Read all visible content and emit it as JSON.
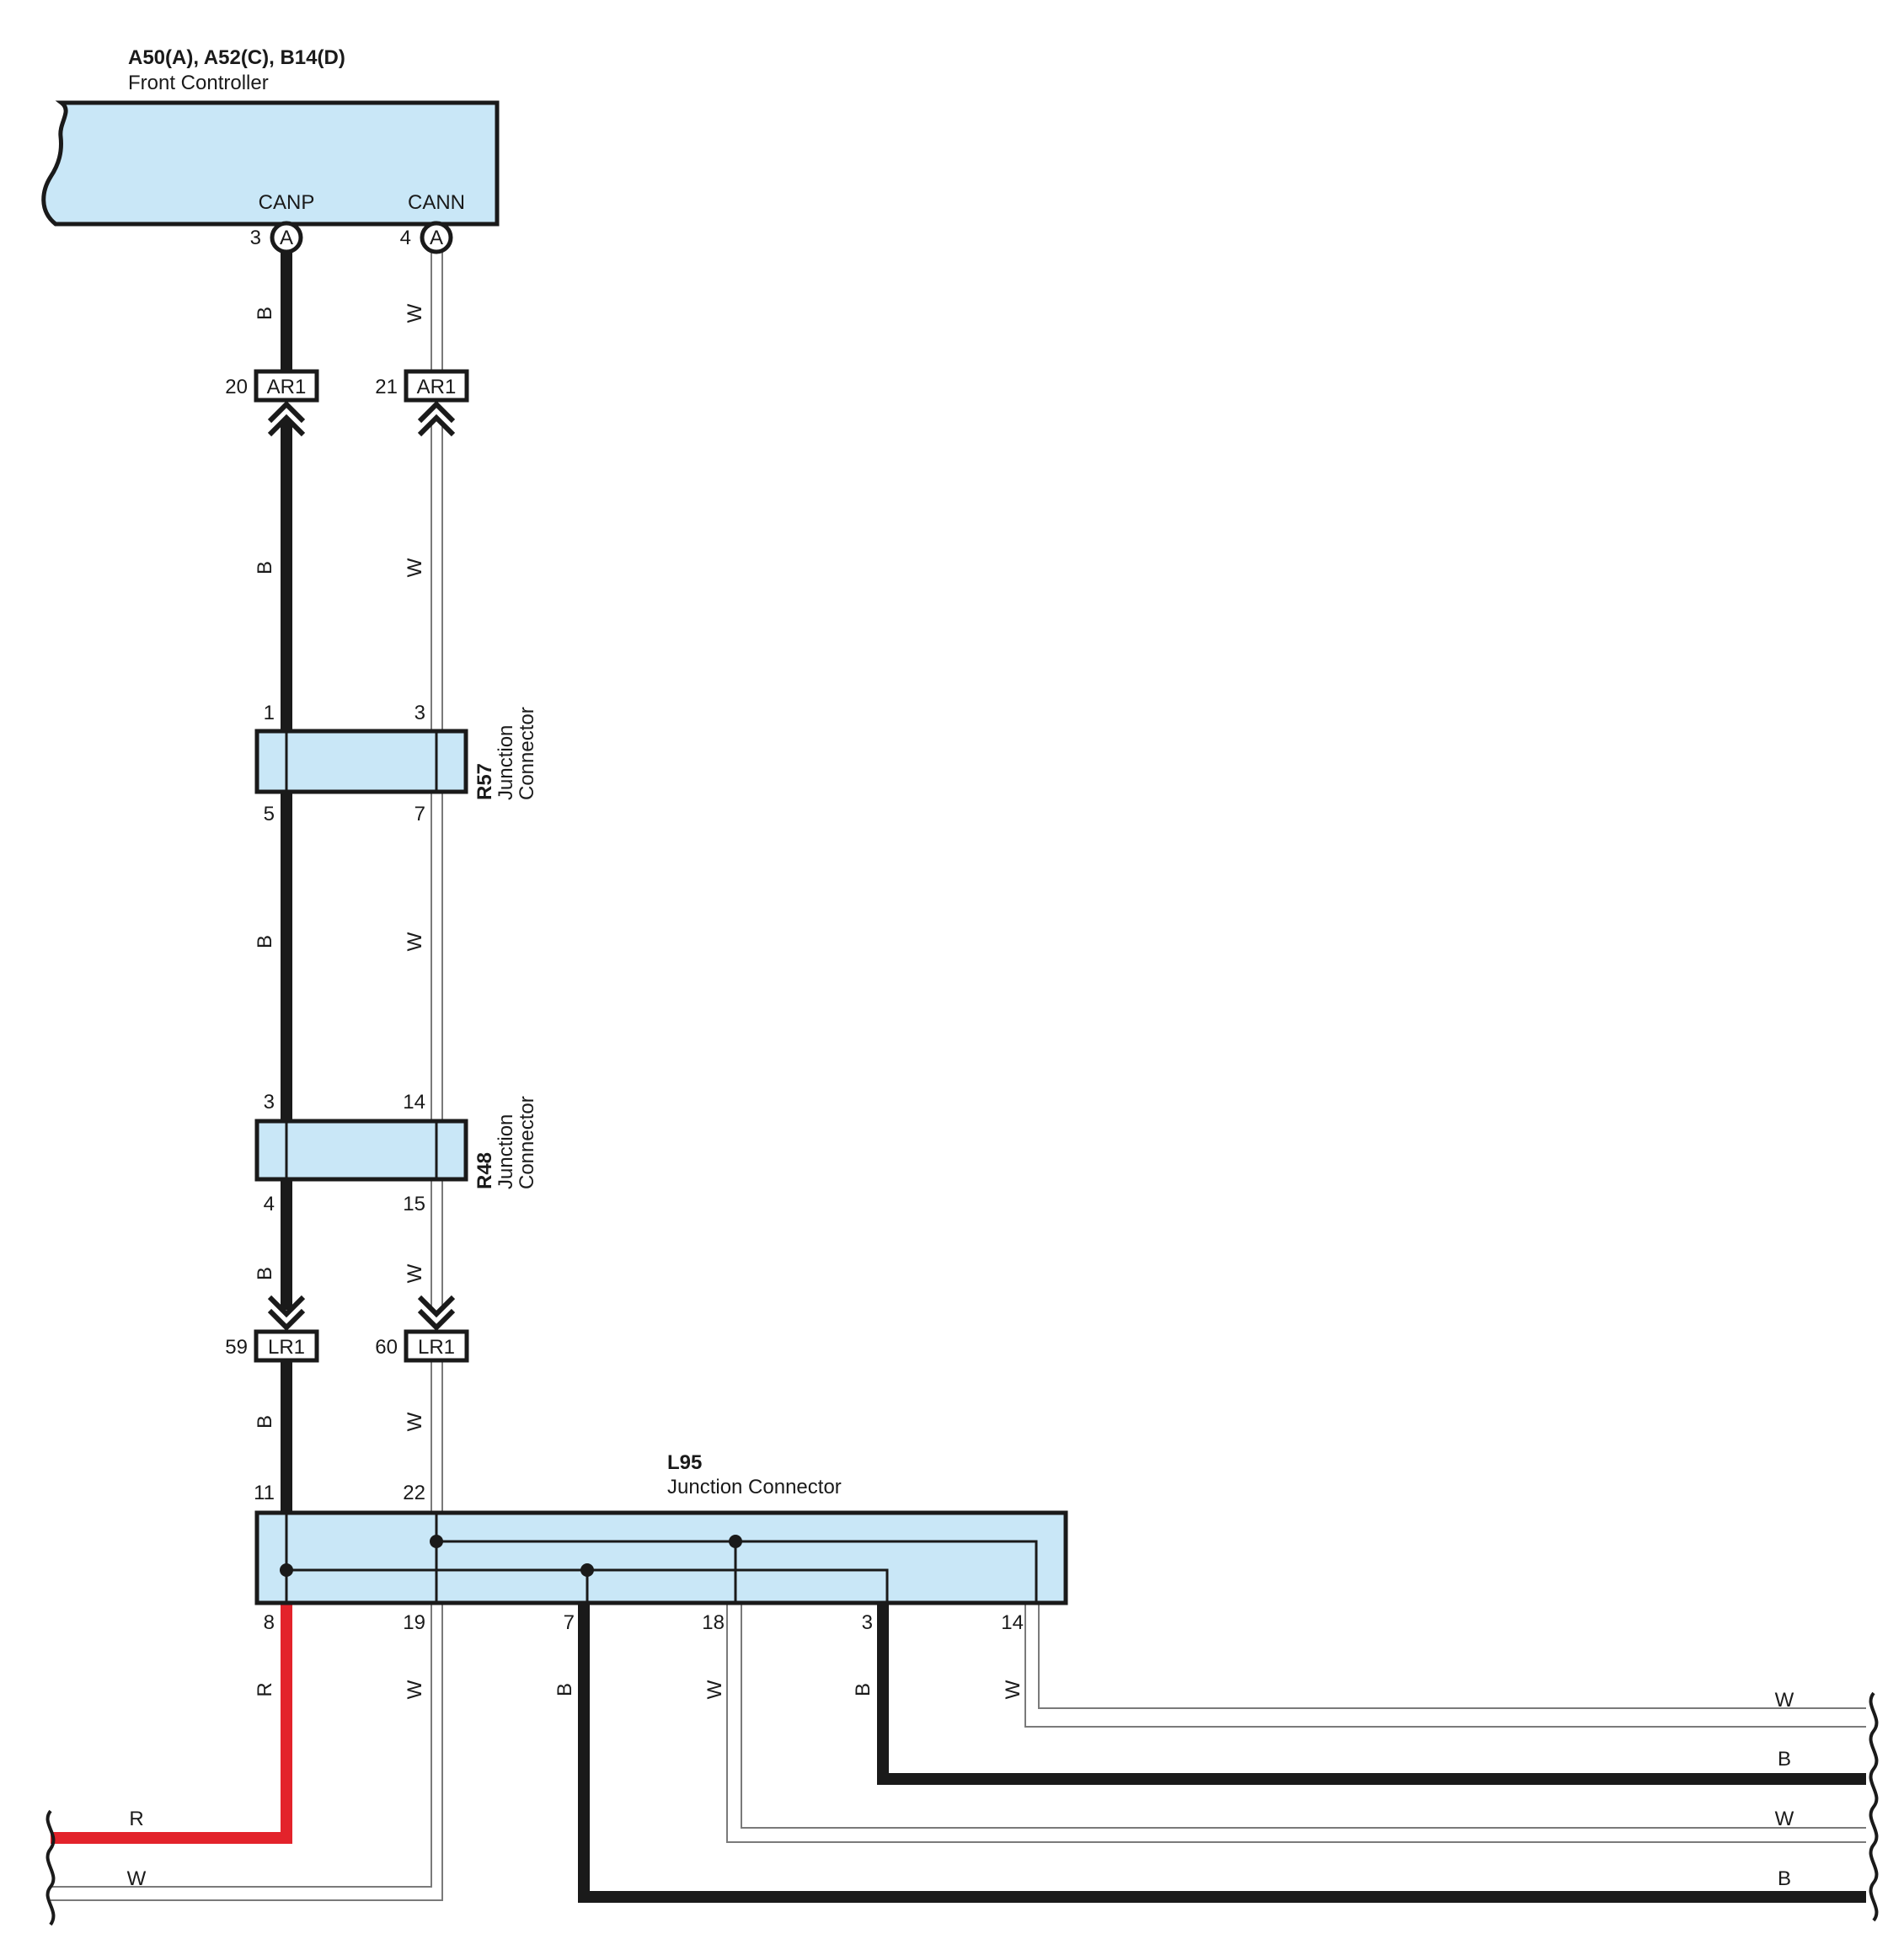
{
  "colors": {
    "connector_fill": "#c9e7f7",
    "wire_black": "#1a1a1a",
    "wire_red": "#e3232b",
    "outline": "#1a1a1a"
  },
  "front_controller": {
    "codes": "A50(A), A52(C), B14(D)",
    "name": "Front Controller",
    "canp": {
      "label": "CANP",
      "pin": "3",
      "conn": "A"
    },
    "cann": {
      "label": "CANN",
      "pin": "4",
      "conn": "A"
    }
  },
  "ar1": {
    "left_pin": "20",
    "right_pin": "21",
    "label": "AR1"
  },
  "lr1": {
    "left_pin": "59",
    "right_pin": "60",
    "label": "LR1"
  },
  "r57": {
    "code": "R57",
    "line1": "Junction",
    "line2": "Connector",
    "pins": [
      "1",
      "3",
      "5",
      "7"
    ]
  },
  "r48": {
    "code": "R48",
    "line1": "Junction",
    "line2": "Connector",
    "pins": [
      "3",
      "14",
      "4",
      "15"
    ]
  },
  "l95": {
    "code": "L95",
    "name": "Junction Connector",
    "top_pins": [
      "11",
      "22"
    ],
    "bottom_pins": [
      "8",
      "19",
      "7",
      "18",
      "3",
      "14"
    ]
  },
  "wire_colors": {
    "B": "B",
    "W": "W",
    "R": "R"
  }
}
